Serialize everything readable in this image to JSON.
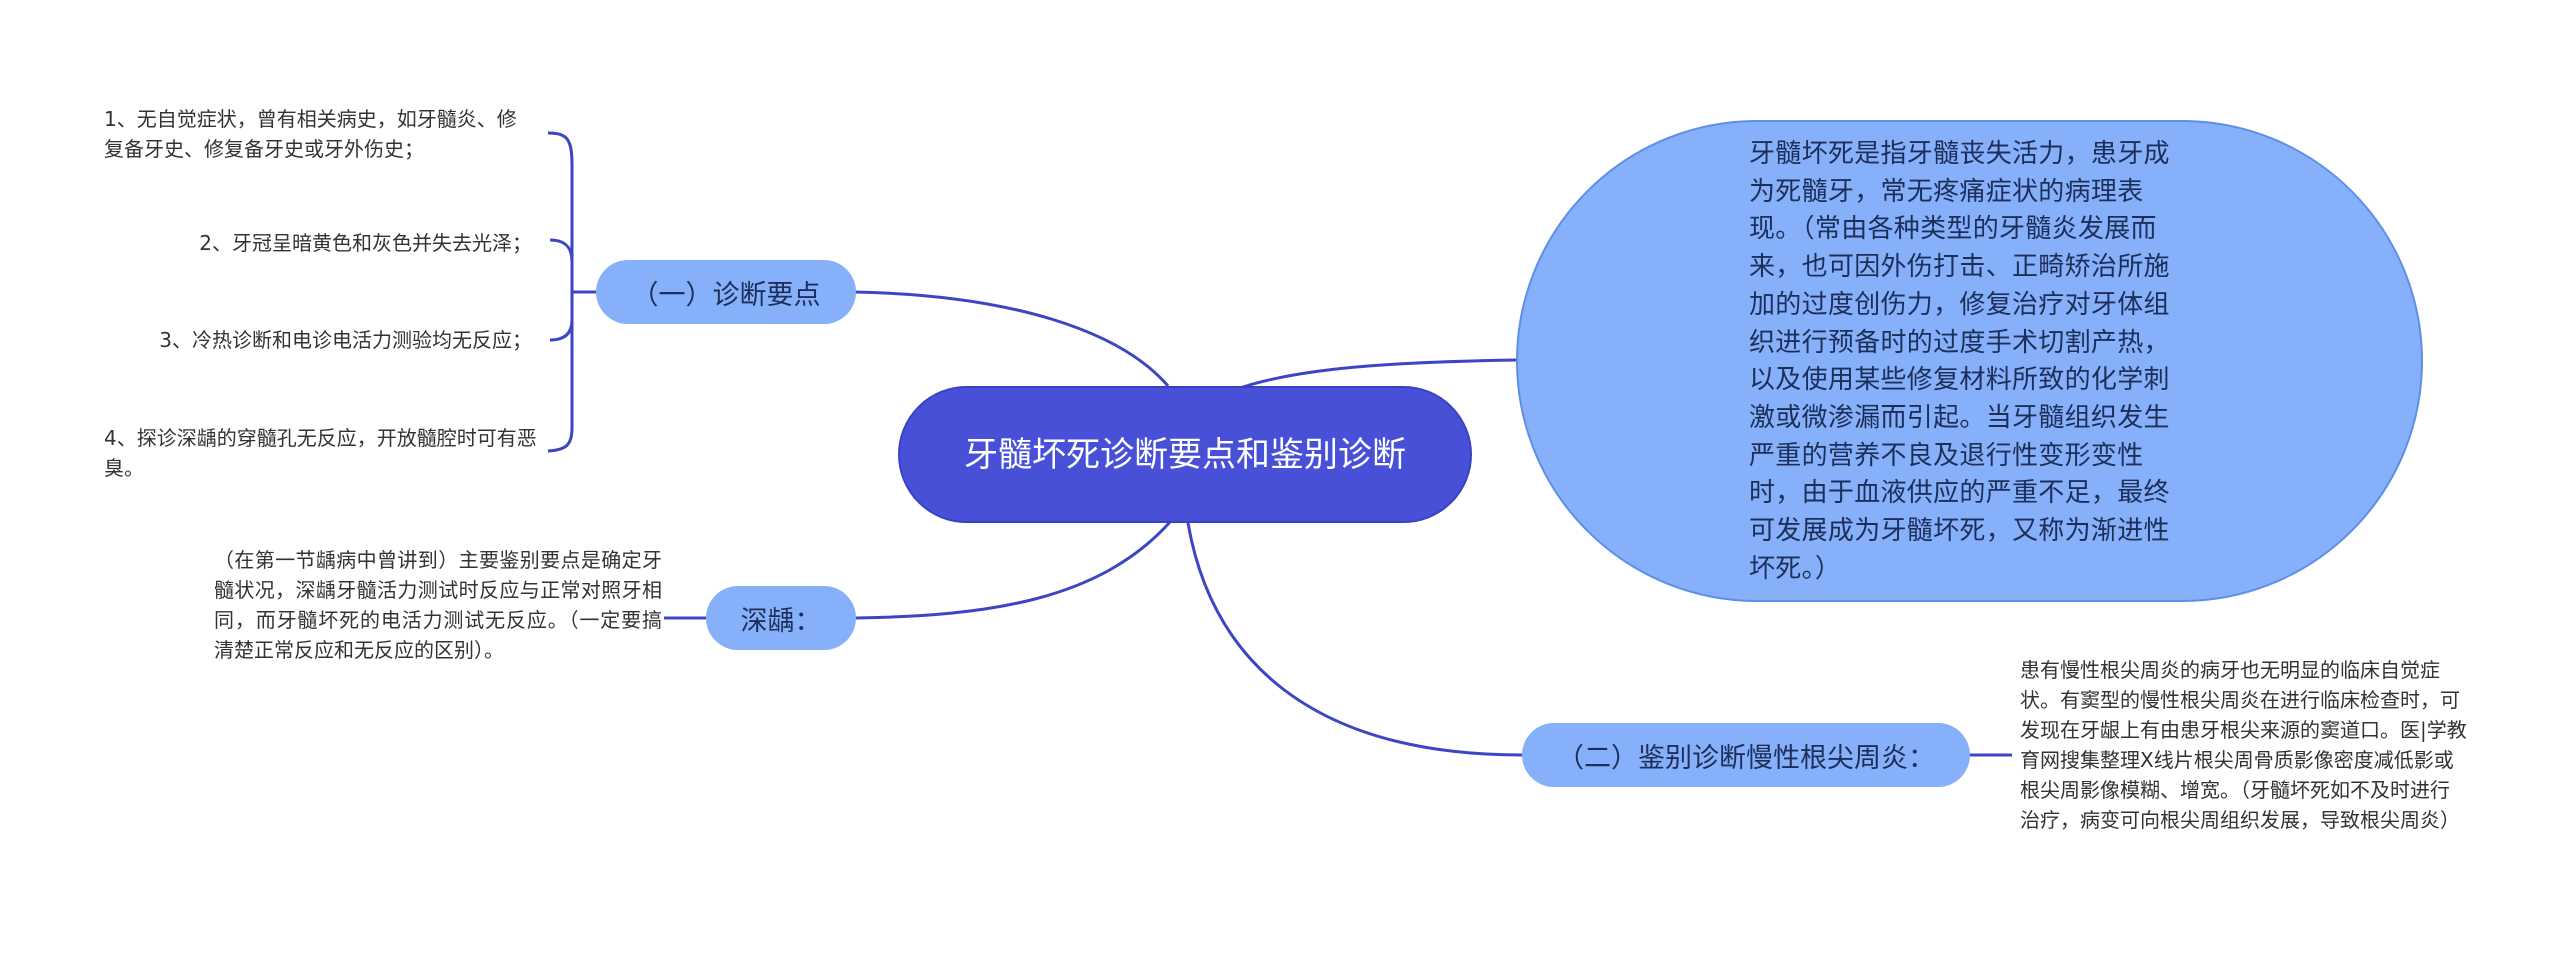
{
  "root": {
    "title": "牙髓坏死诊断要点和鉴别诊断"
  },
  "description": "牙髓坏死是指牙髓丧失活力，患牙成为死髓牙，常无疼痛症状的病理表现。（常由各种类型的牙髓炎发展而来，也可因外伤打击、正畸矫治所施加的过度创伤力，修复治疗对牙体组织进行预备时的过度手术切割产热，以及使用某些修复材料所致的化学刺激或微渗漏而引起。当牙髓组织发生严重的营养不良及退行性变形变性时，由于血液供应的严重不足，最终可发展成为牙髓坏死，又称为渐进性坏死。）",
  "branch1": {
    "label": "（一）诊断要点",
    "items": [
      "1、无自觉症状，曾有相关病史，如牙髓炎、修复备牙史、修复备牙史或牙外伤史；",
      "2、牙冠呈暗黄色和灰色并失去光泽；",
      "3、冷热诊断和电诊电活力测验均无反应；",
      "4、探诊深龋的穿髓孔无反应，开放髓腔时可有恶臭。"
    ]
  },
  "branch2": {
    "label": "深龋：",
    "note": "（在第一节龋病中曾讲到）主要鉴别要点是确定牙髓状况，深龋牙髓活力测试时反应与正常对照牙相同，而牙髓坏死的电活力测试无反应。（一定要搞清楚正常反应和无反应的区别）。"
  },
  "branch3": {
    "label": "（二）鉴别诊断慢性根尖周炎：",
    "note": "患有慢性根尖周炎的病牙也无明显的临床自觉症状。有窦型的慢性根尖周炎在进行临床检查时，可发现在牙龈上有由患牙根尖来源的窦道口。医|学教育网搜集整理X线片根尖周骨质影像密度减低影或根尖周影像模糊、增宽。（牙髓坏死如不及时进行治疗，病变可向根尖周组织发展，导致根尖周炎）"
  },
  "colors": {
    "root_fill": "#4850d8",
    "node_fill": "#87b0fa",
    "connector": "#3d46c2",
    "background": "#ffffff"
  }
}
